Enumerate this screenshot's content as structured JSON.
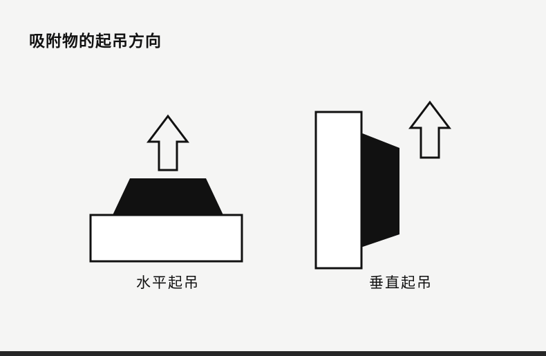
{
  "title": "吸附物的起吊方向",
  "figures": {
    "horizontal": {
      "label": "水平起吊"
    },
    "vertical": {
      "label": "垂直起吊"
    }
  },
  "colors": {
    "background": "#f5f5f4",
    "shape_fill": "#111111",
    "outline": "#111111",
    "plate_fill": "#ffffff",
    "arrow_fill": "#f5f5f4",
    "footer_bar": "#262626"
  }
}
